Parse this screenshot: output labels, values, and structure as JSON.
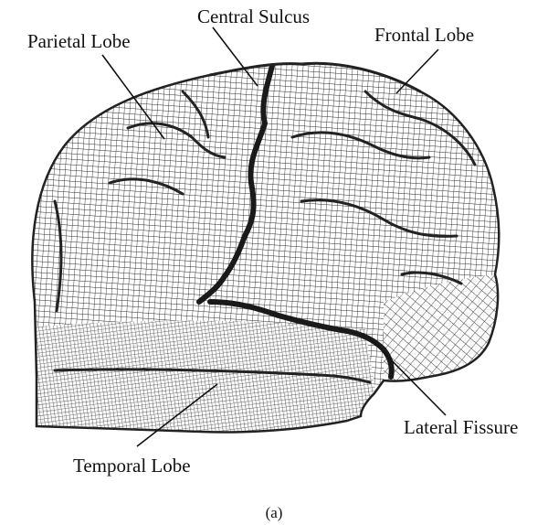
{
  "labels": {
    "parietal_lobe": "Parietal Lobe",
    "central_sulcus": "Central Sulcus",
    "frontal_lobe": "Frontal Lobe",
    "lateral_fissure": "Lateral Fissure",
    "temporal_lobe": "Temporal Lobe"
  },
  "caption": "(a)",
  "colors": {
    "ink": "#111111",
    "mesh": "#2b2b2b",
    "background": "#ffffff"
  }
}
